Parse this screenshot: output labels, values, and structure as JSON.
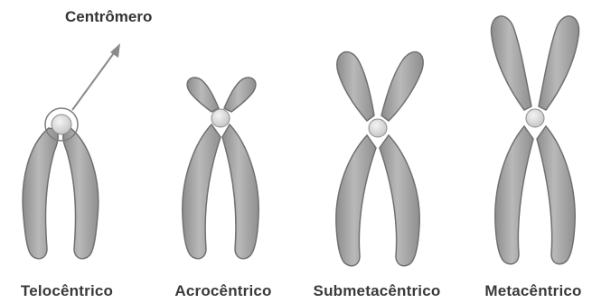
{
  "annotation": {
    "centromere_label": "Centrômero"
  },
  "chromosome_types": [
    {
      "label": "Telocêntrico"
    },
    {
      "label": "Acrocêntrico"
    },
    {
      "label": "Submetacêntrico"
    },
    {
      "label": "Metacêntrico"
    }
  ],
  "colors": {
    "chromatid_fill": "#a9a9a9",
    "chromatid_stroke": "#6f6f6f",
    "centromere_fill": "#e4e4e4",
    "arrow": "#8a8a8a",
    "label_text": "#3a3a3a"
  }
}
